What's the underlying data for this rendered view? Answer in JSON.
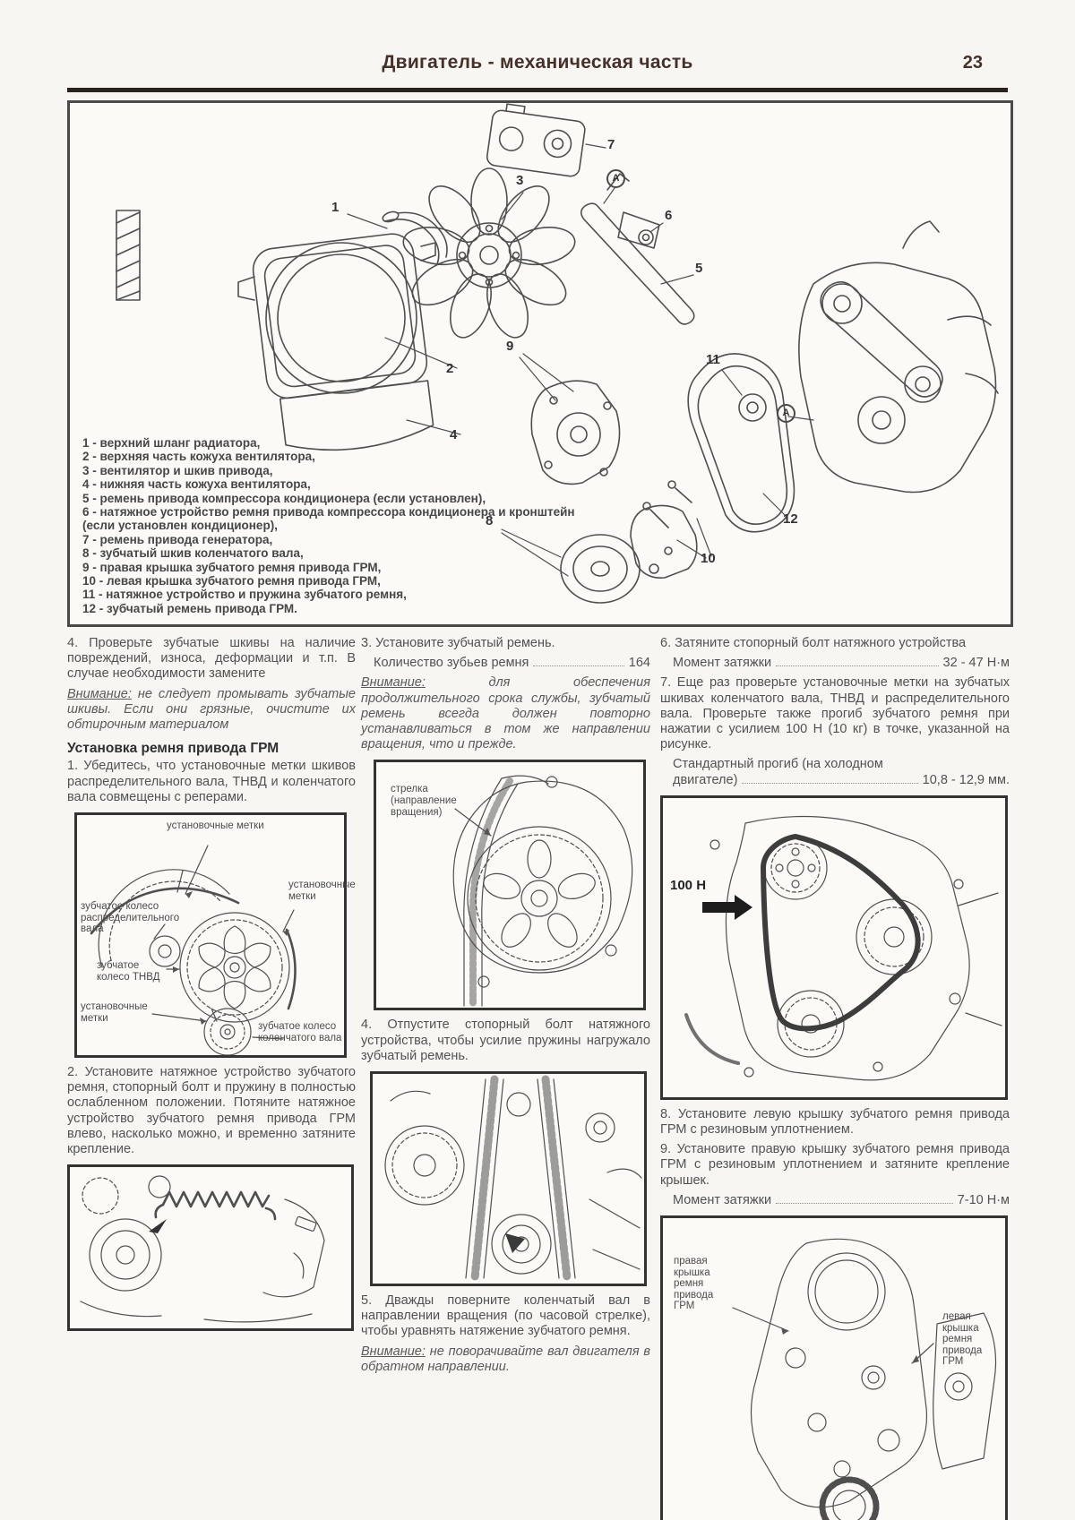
{
  "header": {
    "title": "Двигатель - механическая часть",
    "page_number": "23"
  },
  "main_figure": {
    "letter_marker": "A",
    "callouts": [
      "1",
      "2",
      "3",
      "4",
      "5",
      "6",
      "7",
      "8",
      "9",
      "10",
      "11",
      "12"
    ],
    "legend": [
      "1 - верхний шланг радиатора,",
      "2 - верхняя часть кожуха вентилятора,",
      "3 - вентилятор и шкив привода,",
      "4 - нижняя часть кожуха вентилятора,",
      "5 - ремень привода компрессора кондиционера (если установлен),",
      "6 - натяжное устройство ремня привода компрессора кондиционера и кронштейн (если установлен кондиционер),",
      "7 - ремень привода генератора,",
      "8 - зубчатый шкив коленчатого вала,",
      "9 - правая крышка зубчатого ремня привода ГРМ,",
      "10 - левая крышка зубчатого ремня привода ГРМ,",
      "11 - натяжное устройство и пружина зубчатого ремня,",
      "12 - зубчатый ремень привода ГРМ."
    ]
  },
  "col1": {
    "p4": "4. Проверьте зубчатые шкивы на наличие повреждений, износа, деформации и т.п. В случае необходимости замените",
    "note_label": "Внимание:",
    "note_text": " не следует промывать зубчатые шкивы. Если они грязные, очистите их обтирочным материалом",
    "heading": "Установка ремня привода ГРМ",
    "p1": "1. Убедитесь, что установочные метки шкивов распределительного вала, ТНВД и коленчатого вала совмещены с реперами.",
    "fig_marks": {
      "top": "установочные метки",
      "right": "установочные метки",
      "camshaft": "зубчатое колесо распределительного вала",
      "pump": "зубчатое колесо ТНВД",
      "bottom": "установочные метки",
      "crankshaft": "зубчатое колесо коленчатого вала"
    },
    "p2": "2. Установите натяжное устройство зубчатого ремня, стопорный болт и пружину в полностью ослабленном положении. Потяните натяжное устройство зубчатого ремня привода ГРМ влево, насколько можно, и временно затяните крепление."
  },
  "col2": {
    "p3": "3. Установите зубчатый ремень.",
    "spec_teeth_label": "Количество зубьев ремня",
    "spec_teeth_value": "164",
    "note_label": "Внимание:",
    "note_text": " для обеспечения продолжительного срока службы, зубчатый ремень всегда должен повторно устанавливаться в том же направлении вращения, что и прежде.",
    "fig_arrow_label": "стрелка (направление вращения)",
    "p4": "4. Отпустите стопорный болт натяжного устройства, чтобы усилие пружины нагружало зубчатый ремень.",
    "p5": "5. Дважды поверните коленчатый вал в направлении вращения (по часовой стрелке), чтобы уравнять натяжение зубчатого ремня.",
    "note2_label": "Внимание:",
    "note2_text": " не поворачивайте вал двигателя в обратном направлении."
  },
  "col3": {
    "p6": "6. Затяните стопорный болт натяжного устройства",
    "spec_torque1_label": "Момент затяжки",
    "spec_torque1_value": "32 - 47 Н·м",
    "p7": "7. Еще раз проверьте установочные метки на зубчатых шкивах коленчатого вала, ТНВД и распределительного вала. Проверьте также прогиб зубчатого ремня при нажатии с усилием 100 Н (10 кг) в точке, указанной на рисунке.",
    "spec_deflection_label1": "Стандартный прогиб (на холодном",
    "spec_deflection_label2": "двигателе)",
    "spec_deflection_value": "10,8 - 12,9 мм.",
    "fig_force_label": "100 Н",
    "p8": "8. Установите левую крышку зубчатого ремня привода ГРМ с резиновым уплотнением.",
    "p9": "9. Установите правую крышку зубчатого ремня привода ГРМ с резиновым уплотнением и затяните крепление крышек.",
    "spec_torque2_label": "Момент затяжки",
    "spec_torque2_value": "7-10 Н·м",
    "fig_cover_left_label": "правая крышка ремня привода ГРМ",
    "fig_cover_right_label": "левая крышка ремня привода ГРМ"
  }
}
